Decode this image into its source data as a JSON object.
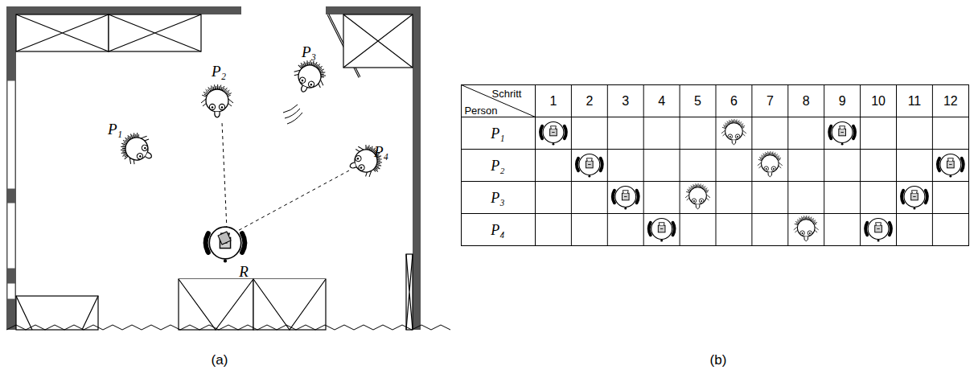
{
  "diagram": {
    "labels": [
      "P₂",
      "P₃",
      "P₁",
      "P₄",
      "R",
      "(a)",
      "Schritt",
      "Person",
      "1",
      "2",
      "3",
      "4",
      "5",
      "6",
      "7",
      "8",
      "9",
      "10",
      "11",
      "12",
      "P₁",
      "P₂",
      "P₃",
      "P₄",
      "(b)"
    ]
  }
}
